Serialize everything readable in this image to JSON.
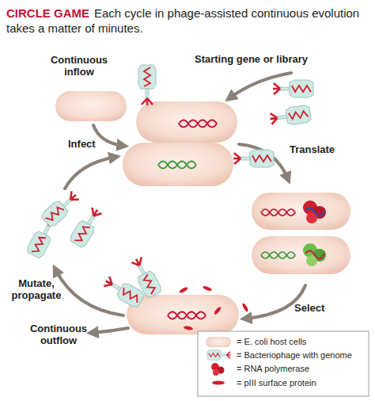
{
  "diagram": {
    "title": "CIRCLE GAME",
    "caption": "Each cycle in phage-assisted continuous evolution takes a matter of minutes.",
    "labels": [
      "Continuous inflow",
      "Starting gene or library",
      "Infect",
      "Translate",
      "Select",
      "Mutate, propagate",
      "Continuous outflow"
    ],
    "legend": [
      {
        "text": "= E. coli host cells"
      },
      {
        "text": "= Bacteriophage with genome"
      },
      {
        "text": "= RNA polymerase"
      },
      {
        "text": "= pIII surface protein"
      }
    ]
  }
}
